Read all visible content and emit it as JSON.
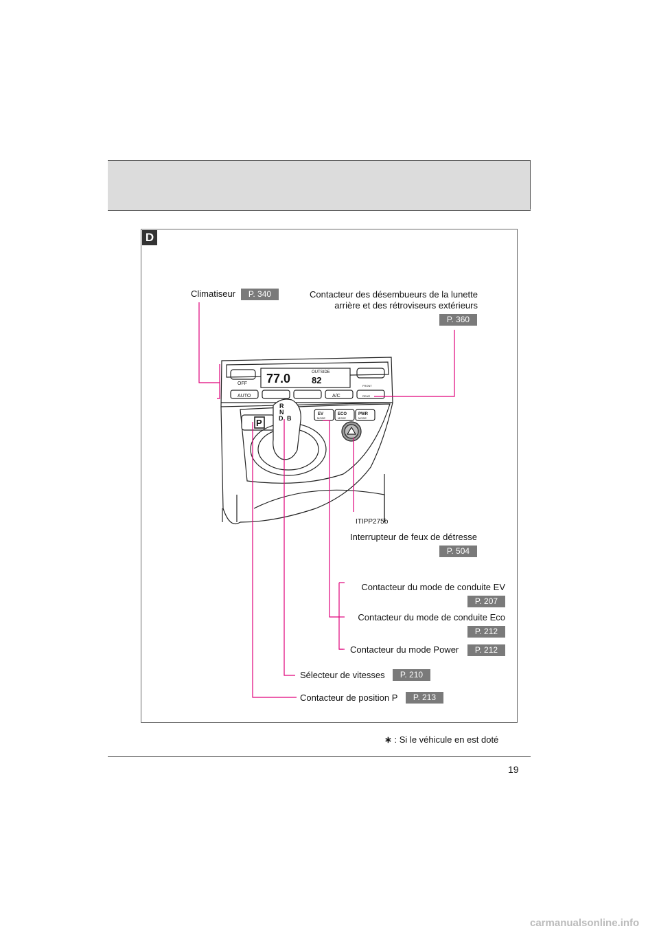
{
  "section": {
    "letter": "D"
  },
  "diagram": {
    "image_code": "ITIPP275b"
  },
  "callouts": {
    "climatiseur": {
      "label": "Climatiseur",
      "ref": "P. 340"
    },
    "desembueurs": {
      "label_line1": "Contacteur des désembueurs de la lunette",
      "label_line2": "arrière et des rétroviseurs extérieurs",
      "ref": "P. 360"
    },
    "feux_detresse": {
      "label": "Interrupteur de feux de détresse",
      "ref": "P. 504"
    },
    "mode_ev": {
      "label": "Contacteur du mode de conduite EV",
      "ref": "P. 207"
    },
    "mode_eco": {
      "label": "Contacteur du mode de conduite Eco",
      "ref": "P. 212"
    },
    "mode_power": {
      "label": "Contacteur du mode Power",
      "ref": "P. 212"
    },
    "selecteur": {
      "label": "Sélecteur de vitesses",
      "ref": "P. 210"
    },
    "position_p": {
      "label": "Contacteur de position P",
      "ref": "P. 213"
    }
  },
  "console": {
    "temp_display": "77.0",
    "outside_label": "OUTSIDE",
    "outside_temp": "82",
    "btn_off": "OFF",
    "btn_auto": "AUTO",
    "btn_ac": "A/C",
    "btn_front": "FRONT",
    "btn_rear": "REAR",
    "shift_r": "R",
    "shift_n": "N",
    "shift_d": "D",
    "shift_b": "B",
    "p_button": "P",
    "ev_label": "EV",
    "ev_mode": "MODE",
    "eco_label": "ECO",
    "eco_mode": "MODE",
    "power_label": "PWR",
    "power_mode": "MODE"
  },
  "footnote": {
    "symbol": "∗",
    "text": ": Si le véhicule en est doté"
  },
  "page_number": "19",
  "watermark": "carmanualsonline.info",
  "colors": {
    "leader": "#e0007a",
    "ref_bg": "#7a7a7a",
    "header_bg": "#dcdcdc"
  }
}
